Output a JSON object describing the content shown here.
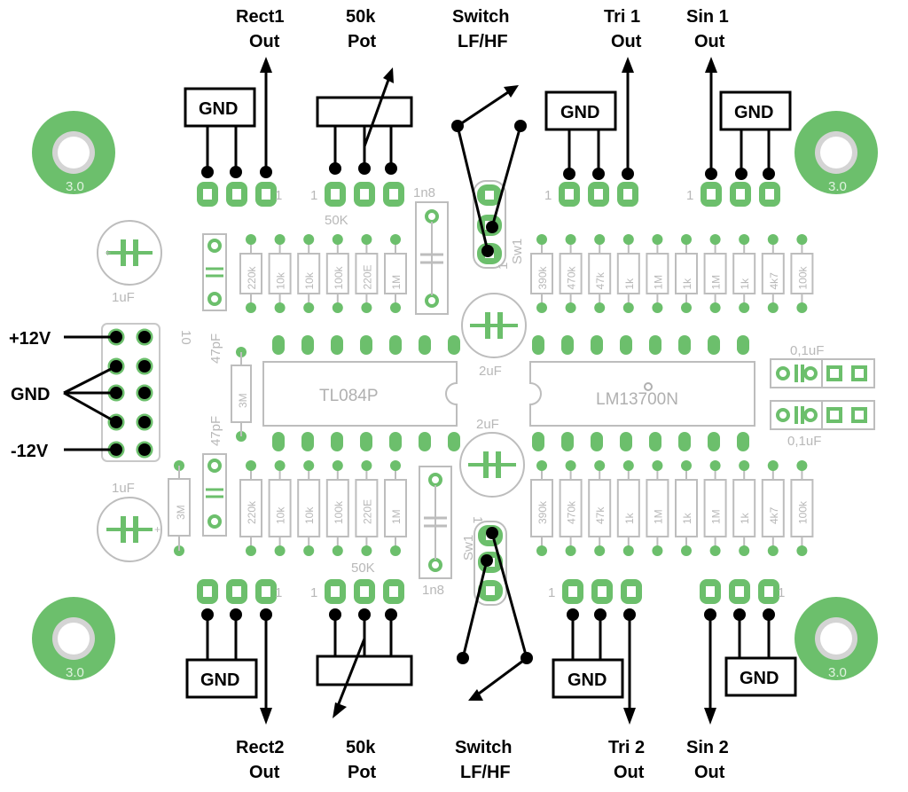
{
  "labels": {
    "rect1": [
      "Rect1",
      "Out"
    ],
    "pot_top": [
      "50k",
      "Pot"
    ],
    "switch_top": [
      "Switch",
      "LF/HF"
    ],
    "tri1": [
      "Tri 1",
      "Out"
    ],
    "sin1": [
      "Sin 1",
      "Out"
    ],
    "rect2": [
      "Rect2",
      "Out"
    ],
    "pot_bottom": [
      "50k",
      "Pot"
    ],
    "switch_bottom": [
      "Switch",
      "LF/HF"
    ],
    "tri2": [
      "Tri 2",
      "Out"
    ],
    "sin2": [
      "Sin 2",
      "Out"
    ],
    "plus12": "+12V",
    "gnd_power": "GND",
    "minus12": "-12V",
    "gnd_box": "GND"
  },
  "mounting_holes": "3.0",
  "ics": {
    "left": "TL084P",
    "right": "LM13700N"
  },
  "resistors": {
    "left": [
      "220k",
      "10k",
      "10k",
      "100k",
      "220E",
      "1M"
    ],
    "right": [
      "390k",
      "470k",
      "47k",
      "1k",
      "1M",
      "1k",
      "1M",
      "1k",
      "4k7",
      "100k"
    ],
    "vertical": "3M",
    "bottom_left_extra": "3M"
  },
  "caps": {
    "cap_1n8": "1n8",
    "cap_47pf": "47pF",
    "cap_1uf": "1uF",
    "cap_2uf": "2uF",
    "cap_0_1uf": "0,1uF",
    "pot_footprint": "50K",
    "switch_footprint": "Sw1",
    "pin1": "1",
    "pin10": "10"
  },
  "colors": {
    "pad": "#6cbf6c",
    "silk": "#bdbdbd",
    "wire": "#000000"
  }
}
